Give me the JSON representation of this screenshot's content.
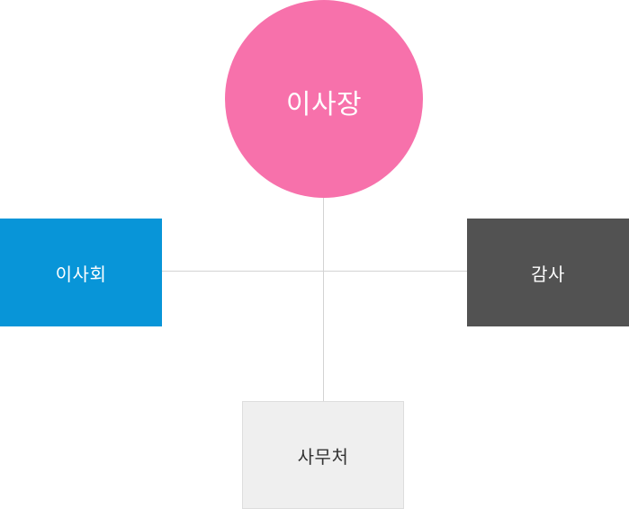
{
  "org_chart": {
    "chairman": {
      "label": "이사장",
      "color": "#f771ab",
      "text_color": "#ffffff"
    },
    "board": {
      "label": "이사회",
      "color": "#0895d8",
      "text_color": "#ffffff"
    },
    "auditor": {
      "label": "감사",
      "color": "#525252",
      "text_color": "#ffffff"
    },
    "secretariat": {
      "label": "사무처",
      "color": "#efefef",
      "text_color": "#333333"
    },
    "connector_color": "#d3d3d3"
  }
}
